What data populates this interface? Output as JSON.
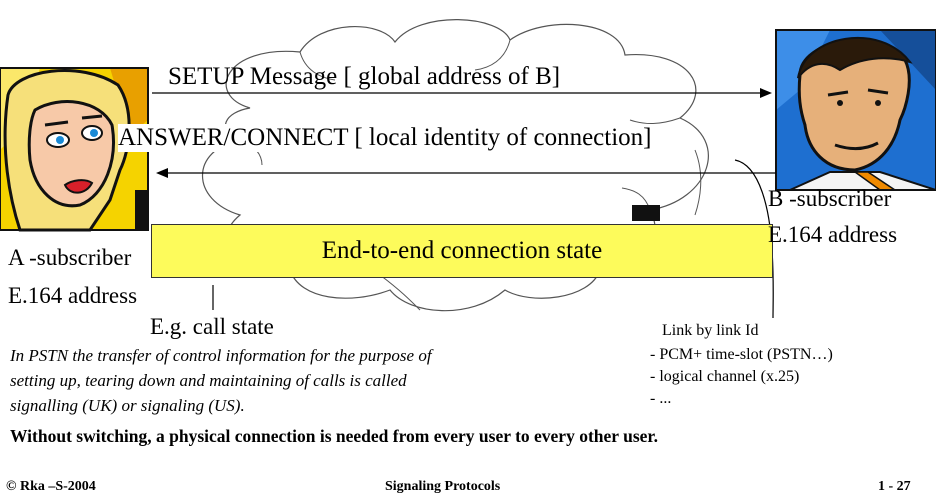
{
  "messages": {
    "setup": "SETUP Message [ global address of B]",
    "answer": "ANSWER/CONNECT [ local identity of connection]"
  },
  "subscriber_a": {
    "name": "A -subscriber",
    "address": "E.164 address"
  },
  "subscriber_b": {
    "name": "B -subscriber",
    "address": "E.164 address"
  },
  "connection_state": "End-to-end connection state",
  "call_state_example": "E.g. call state",
  "link_info": {
    "heading": "Link by link Id",
    "items": [
      "- PCM+ time-slot (PSTN…)",
      "- logical channel (x.25)",
      "- ..."
    ]
  },
  "signalling_note": [
    "In PSTN the transfer of control information for the purpose of",
    "setting up, tearing down and maintaining of calls is called",
    "signalling (UK) or signaling (US)."
  ],
  "conclusion": "Without switching, a physical connection is needed from every user to every other user.",
  "footer": {
    "left": "© Rka –S-2004",
    "center": "Signaling Protocols",
    "right": "1 - 27"
  },
  "icons": {
    "woman": "woman-subscriber-icon",
    "man": "man-subscriber-icon",
    "cloud": "network-cloud-icon"
  },
  "colors": {
    "state_box": "#fdfb5b",
    "woman_background": "#f5d300",
    "man_background": "#1e6fd0"
  }
}
